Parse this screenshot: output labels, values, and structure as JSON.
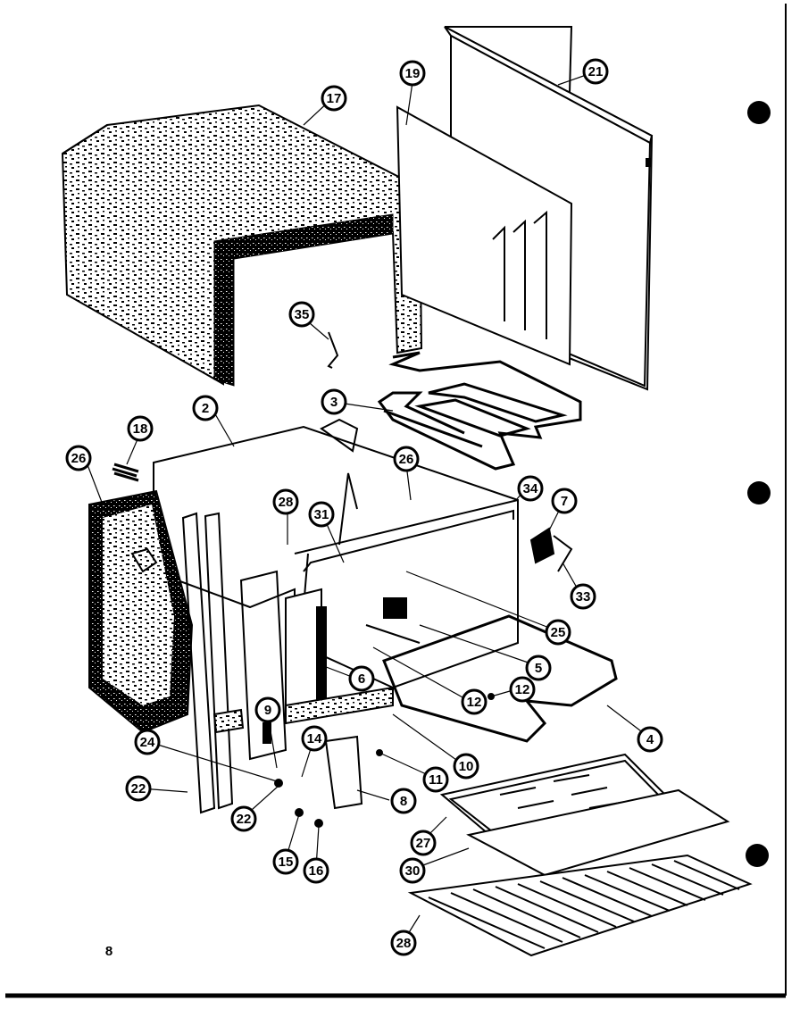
{
  "page_number": "8",
  "colors": {
    "ink": "#000000",
    "paper": "#ffffff"
  },
  "callouts": [
    "17",
    "19",
    "21",
    "35",
    "3",
    "2",
    "18",
    "26",
    "26",
    "28",
    "31",
    "34",
    "7",
    "33",
    "25",
    "5",
    "12",
    "12",
    "6",
    "4",
    "10",
    "11",
    "9",
    "14",
    "24",
    "22",
    "22",
    "8",
    "15",
    "16",
    "27",
    "30",
    "28"
  ],
  "punch_holes": 3
}
